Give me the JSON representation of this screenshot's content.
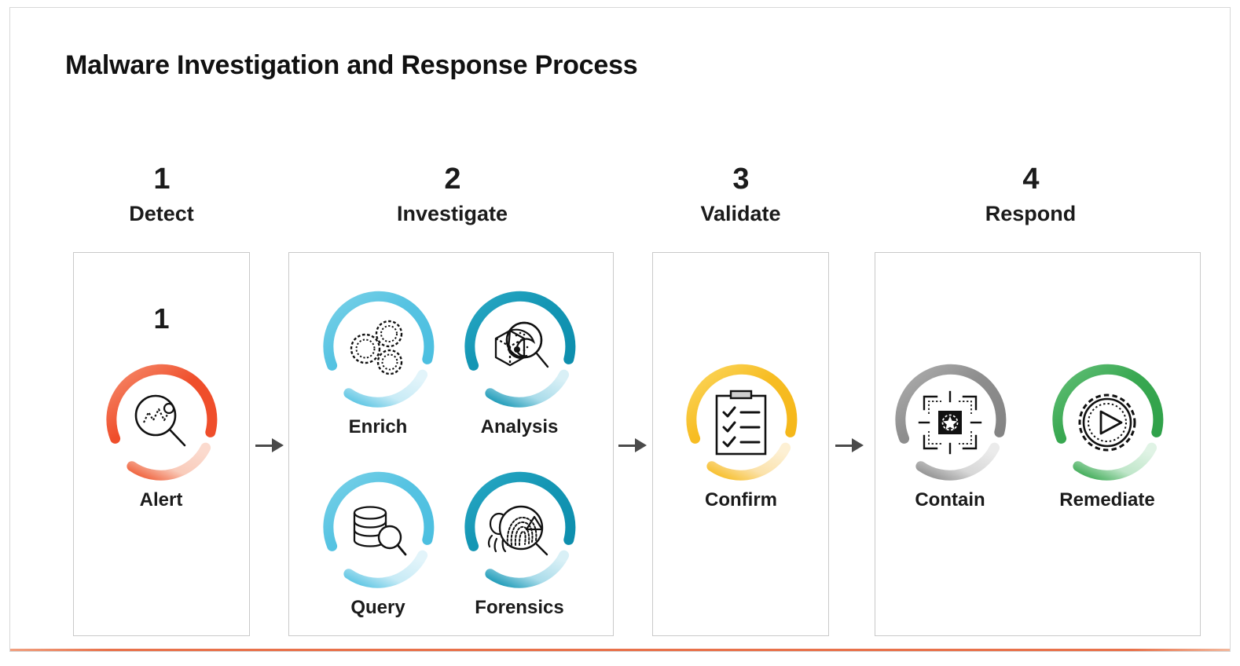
{
  "title": "Malware Investigation and Response Process",
  "frame": {
    "border_color": "#d8d8d8",
    "accent_rule_color": "#e8714a"
  },
  "steps": [
    {
      "number": "1",
      "name": "Detect",
      "inner_number": "1",
      "nodes": [
        {
          "label": "Alert",
          "icon": "magnifier-waveform-icon",
          "ring_color": "#ef4e2b",
          "ring_fade_color": "#fbd3c6"
        }
      ]
    },
    {
      "number": "2",
      "name": "Investigate",
      "inner_number": "",
      "nodes": [
        {
          "label": "Enrich",
          "icon": "gears-icon",
          "ring_color": "#56c3e2",
          "ring_fade_color": "#d6f0f8"
        },
        {
          "label": "Analysis",
          "icon": "cube-magnifier-icon",
          "ring_color": "#1496b4",
          "ring_fade_color": "#c3e6ef"
        },
        {
          "label": "Query",
          "icon": "database-magnifier-icon",
          "ring_color": "#56c3e2",
          "ring_fade_color": "#d6f0f8"
        },
        {
          "label": "Forensics",
          "icon": "fingerprint-magnifier-icon",
          "ring_color": "#1496b4",
          "ring_fade_color": "#c3e6ef"
        }
      ]
    },
    {
      "number": "3",
      "name": "Validate",
      "inner_number": "",
      "nodes": [
        {
          "label": "Confirm",
          "icon": "clipboard-checklist-icon",
          "ring_color": "#f7bd23",
          "ring_fade_color": "#fbe9bd"
        }
      ]
    },
    {
      "number": "4",
      "name": "Respond",
      "inner_number": "",
      "nodes": [
        {
          "label": "Contain",
          "icon": "crosshair-virus-icon",
          "ring_color": "#8e8e8e",
          "ring_fade_color": "#dcdcdc"
        },
        {
          "label": "Remediate",
          "icon": "gear-play-icon",
          "ring_color": "#39a851",
          "ring_fade_color": "#c9e9d1"
        }
      ]
    }
  ],
  "arrows": [
    {
      "name": "arrow-detect-to-investigate"
    },
    {
      "name": "arrow-investigate-to-validate"
    },
    {
      "name": "arrow-validate-to-respond"
    }
  ]
}
